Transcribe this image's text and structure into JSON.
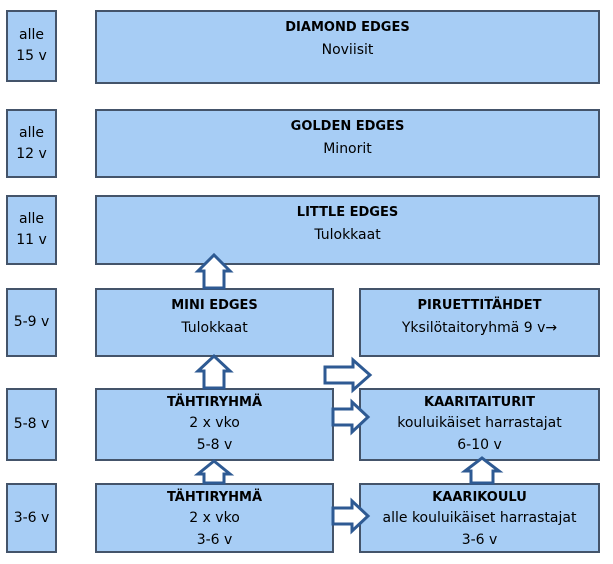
{
  "age_labels": [
    {
      "line1": "alle",
      "line2": "15 v"
    },
    {
      "line1": "alle",
      "line2": "12 v"
    },
    {
      "line1": "alle",
      "line2": "11 v"
    },
    {
      "line1": "5-9 v"
    },
    {
      "line1": "5-8 v"
    },
    {
      "line1": "3-6 v"
    }
  ],
  "groups": {
    "diamond_edges": {
      "name": "DIAMOND EDGES",
      "subtitle": "Noviisit"
    },
    "golden_edges": {
      "name": "GOLDEN EDGES",
      "subtitle": "Minorit"
    },
    "little_edges": {
      "name": "LITTLE EDGES",
      "subtitle": "Tulokkaat"
    },
    "mini_edges": {
      "name": "MINI EDGES",
      "subtitle": "Tulokkaat"
    },
    "piruettitahdet": {
      "name": "PIRUETTITÄHDET",
      "subtitle": "Yksilötaitoryhmä 9 v→"
    },
    "tahtiryhma_5_8": {
      "name": "TÄHTIRYHMÄ",
      "line1": "2 x vko",
      "line2": "5-8 v"
    },
    "kaaritaiturit": {
      "name": "KAARITAITURIT",
      "line1": "kouluikäiset harrastajat",
      "line2": "6-10 v"
    },
    "tahtiryhma_3_6": {
      "name": "TÄHTIRYHMÄ",
      "line1": "2 x vko",
      "line2": "3-6 v"
    },
    "kaarikoulu": {
      "name": "KAARIKOULU",
      "line1": "alle kouluikäiset harrastajat",
      "line2": "3-6 v"
    }
  },
  "colors": {
    "box_fill": "#a7cdf5",
    "box_border": "#44546a",
    "arrow_fill": "#ffffff",
    "arrow_stroke": "#2e5a93"
  }
}
